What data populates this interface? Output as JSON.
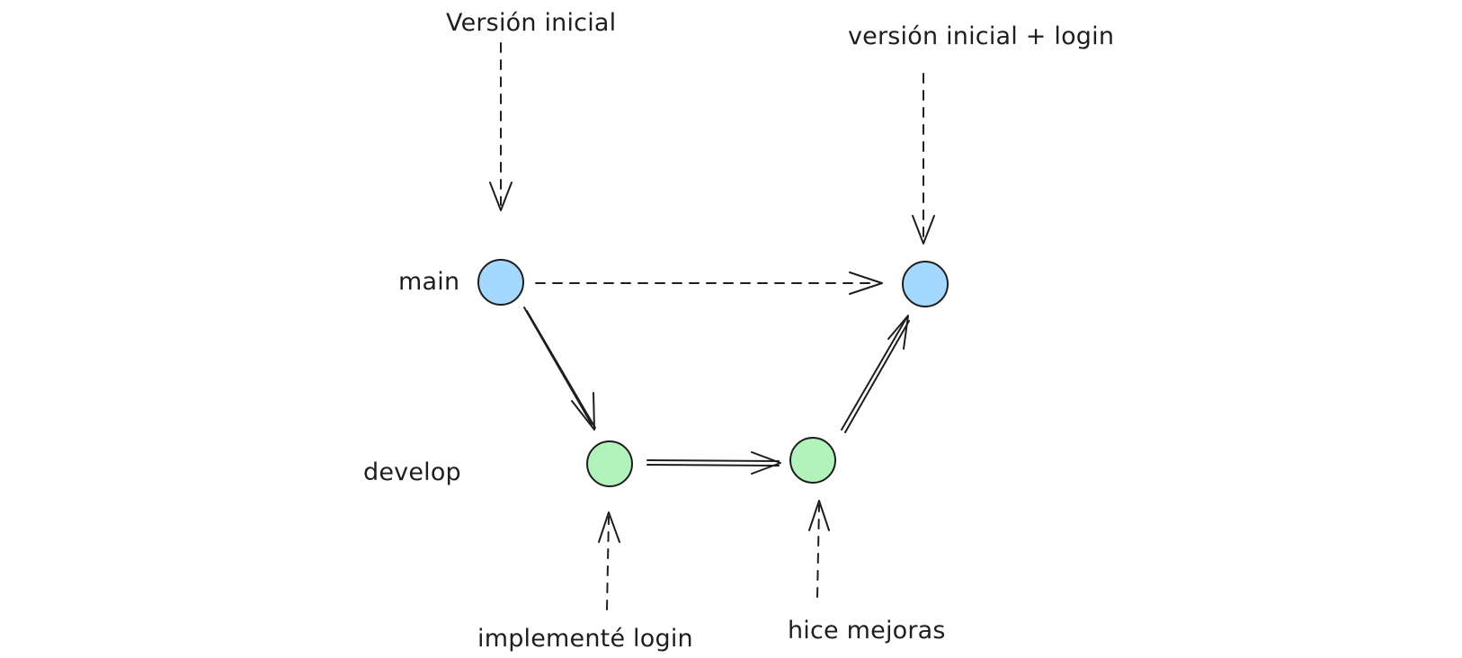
{
  "labels": {
    "version_inicial": "Versión inicial",
    "version_inicial_login": "versión inicial + login",
    "main": "main",
    "develop": "develop",
    "implemente_login": "implementé login",
    "hice_mejoras": "hice mejoras"
  },
  "colors": {
    "main_node": "#a5d8ff",
    "develop_node": "#b2f2bb",
    "stroke": "#1e1e1e"
  }
}
